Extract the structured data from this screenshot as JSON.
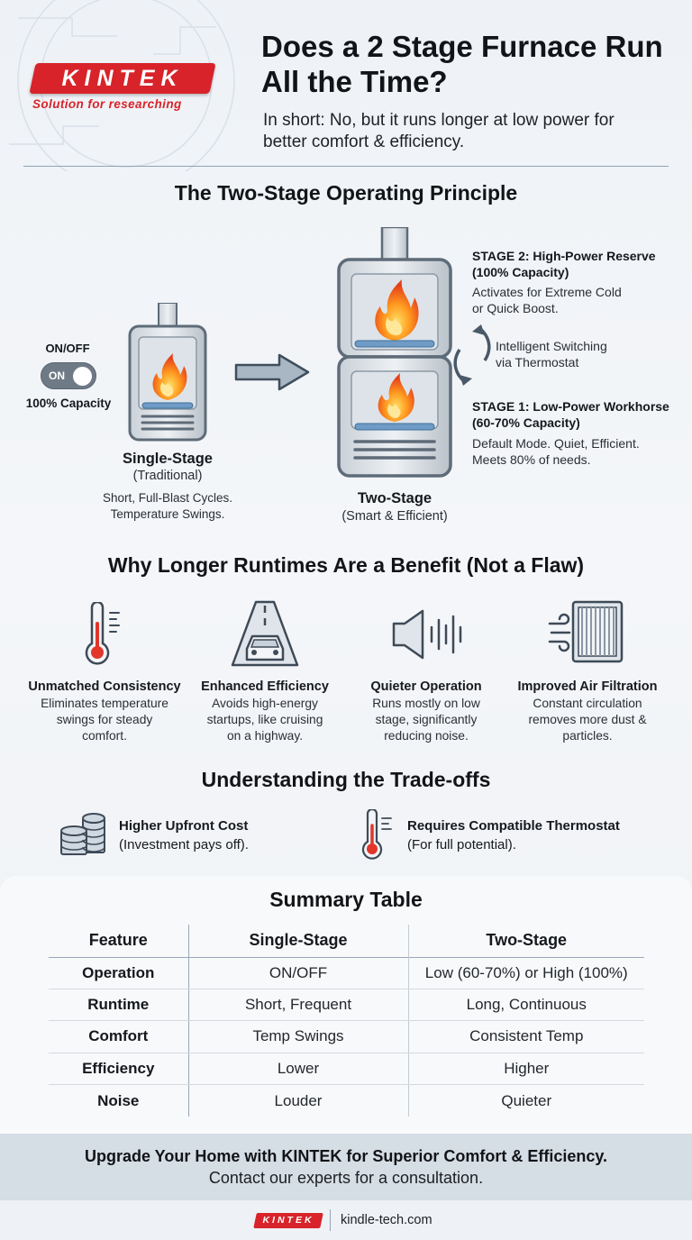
{
  "brand": {
    "logo_text": "KINTEK",
    "tagline": "Solution for researching",
    "accent_color": "#d8232a"
  },
  "header": {
    "title": "Does a 2 Stage Furnace Run All the Time?",
    "subtitle": "In short: No, but it runs longer at low power for better comfort & efficiency."
  },
  "principle": {
    "section_title": "The Two-Stage Operating Principle",
    "single_stage": {
      "switch_label": "ON/OFF",
      "toggle_text": "ON",
      "capacity_label": "100% Capacity",
      "title": "Single-Stage",
      "subtitle": "(Traditional)",
      "desc_line1": "Short, Full-Blast Cycles.",
      "desc_line2": "Temperature Swings."
    },
    "two_stage": {
      "title": "Two-Stage",
      "subtitle": "(Smart & Efficient)",
      "stage2_head1": "STAGE 2: High-Power Reserve",
      "stage2_head2": "(100% Capacity)",
      "stage2_body1": "Activates for Extreme Cold",
      "stage2_body2": "or Quick Boost.",
      "switching_line1": "Intelligent Switching",
      "switching_line2": "via Thermostat",
      "stage1_head1": "STAGE 1: Low-Power Workhorse",
      "stage1_head2": "(60-70% Capacity)",
      "stage1_body1": "Default Mode. Quiet, Efficient.",
      "stage1_body2": "Meets 80% of needs."
    }
  },
  "benefits": {
    "section_title": "Why Longer Runtimes Are a Benefit (Not a Flaw)",
    "items": [
      {
        "icon": "thermometer-icon",
        "title": "Unmatched Consistency",
        "desc1": "Eliminates temperature",
        "desc2": "swings for steady",
        "desc3": "comfort."
      },
      {
        "icon": "highway-car-icon",
        "title": "Enhanced Efficiency",
        "desc1": "Avoids high-energy",
        "desc2": "startups, like cruising",
        "desc3": "on a highway."
      },
      {
        "icon": "speaker-icon",
        "title": "Quieter Operation",
        "desc1": "Runs mostly on low",
        "desc2": "stage, significantly",
        "desc3": "reducing noise."
      },
      {
        "icon": "air-filter-icon",
        "title": "Improved Air Filtration",
        "desc1": "Constant circulation",
        "desc2": "removes more dust &",
        "desc3": "particles."
      }
    ]
  },
  "tradeoffs": {
    "section_title": "Understanding the Trade-offs",
    "items": [
      {
        "icon": "coins-icon",
        "title": "Higher Upfront Cost",
        "desc": "(Investment pays off)."
      },
      {
        "icon": "thermometer-icon",
        "title": "Requires Compatible Thermostat",
        "desc": "(For full potential)."
      }
    ]
  },
  "summary": {
    "title": "Summary Table",
    "headers": [
      "Feature",
      "Single-Stage",
      "Two-Stage"
    ],
    "rows": [
      [
        "Operation",
        "ON/OFF",
        "Low (60-70%) or High (100%)"
      ],
      [
        "Runtime",
        "Short, Frequent",
        "Long, Continuous"
      ],
      [
        "Comfort",
        "Temp Swings",
        "Consistent Temp"
      ],
      [
        "Efficiency",
        "Lower",
        "Higher"
      ],
      [
        "Noise",
        "Louder",
        "Quieter"
      ]
    ]
  },
  "cta": {
    "line1": "Upgrade Your Home with KINTEK for Superior Comfort & Efficiency.",
    "line2": "Contact our experts for a consultation."
  },
  "footer": {
    "logo_text": "KINTEK",
    "url": "kindle-tech.com"
  }
}
